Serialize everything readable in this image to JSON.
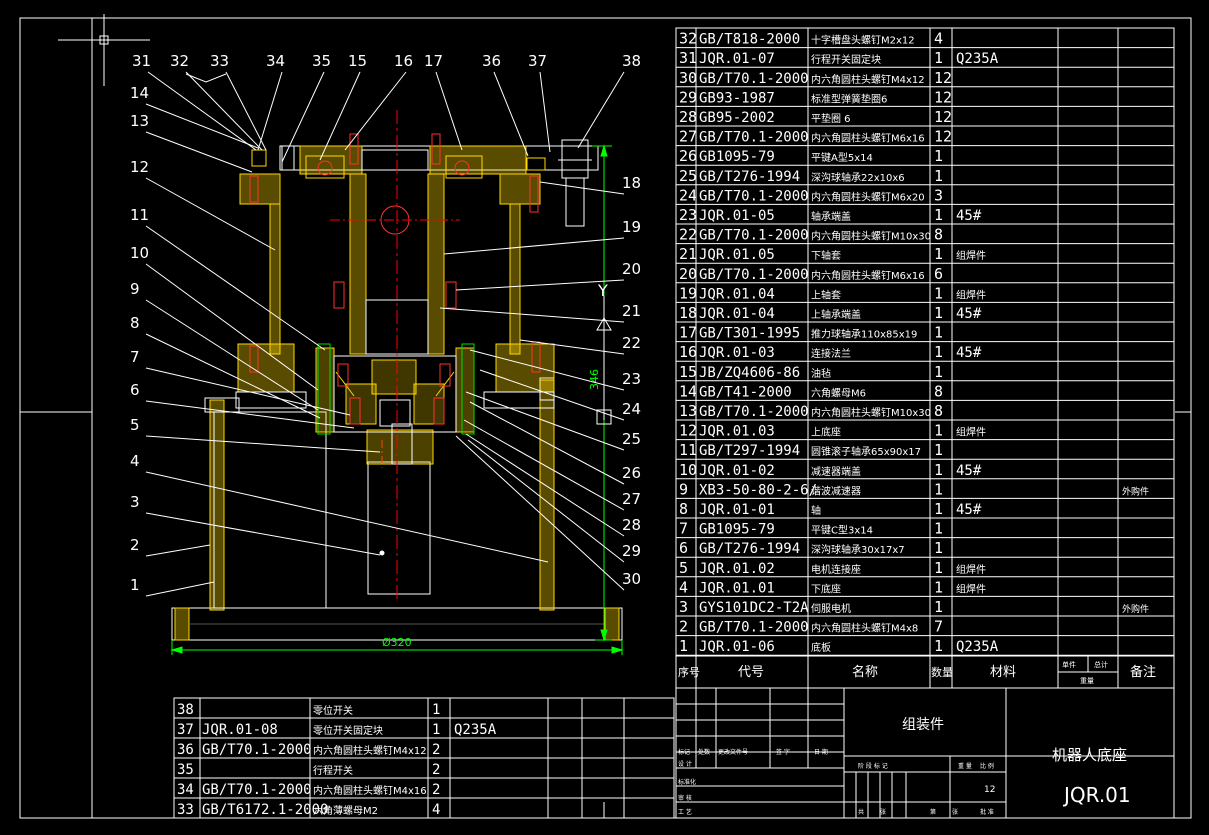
{
  "colors": {
    "background": "#000000",
    "line": "#ffffff",
    "part_red": "#ff3030",
    "part_yellow": "#ffd800",
    "part_green": "#00e000",
    "part_cyan": "#00ffff",
    "centerline": "#ff0000",
    "dimension": "#00ff00"
  },
  "callouts": [
    {
      "n": "1"
    },
    {
      "n": "2"
    },
    {
      "n": "3"
    },
    {
      "n": "4"
    },
    {
      "n": "5"
    },
    {
      "n": "6"
    },
    {
      "n": "7"
    },
    {
      "n": "8"
    },
    {
      "n": "9"
    },
    {
      "n": "10"
    },
    {
      "n": "11"
    },
    {
      "n": "12"
    },
    {
      "n": "13"
    },
    {
      "n": "14"
    },
    {
      "n": "31"
    },
    {
      "n": "32"
    },
    {
      "n": "33"
    },
    {
      "n": "34"
    },
    {
      "n": "35"
    },
    {
      "n": "15"
    },
    {
      "n": "16"
    },
    {
      "n": "17"
    },
    {
      "n": "36"
    },
    {
      "n": "37"
    },
    {
      "n": "38"
    },
    {
      "n": "18"
    },
    {
      "n": "19"
    },
    {
      "n": "20"
    },
    {
      "n": "21"
    },
    {
      "n": "22"
    },
    {
      "n": "23"
    },
    {
      "n": "24"
    },
    {
      "n": "25"
    },
    {
      "n": "26"
    },
    {
      "n": "27"
    },
    {
      "n": "28"
    },
    {
      "n": "29"
    },
    {
      "n": "30"
    }
  ],
  "dimensions": {
    "width_label": "Ø320",
    "height_label": "346",
    "axis_label": "Y"
  },
  "bom_main": [
    {
      "no": "32",
      "code": "GB/T818-2000",
      "name": "十字槽盘头螺钉M2x12",
      "qty": "4",
      "material": "",
      "note": ""
    },
    {
      "no": "31",
      "code": "JQR.01-07",
      "name": "行程开关固定块",
      "qty": "1",
      "material": "Q235A",
      "note": ""
    },
    {
      "no": "30",
      "code": "GB/T70.1-2000",
      "name": "内六角圆柱头螺钉M4x12",
      "qty": "12",
      "material": "",
      "note": ""
    },
    {
      "no": "29",
      "code": "GB93-1987",
      "name": "标准型弹簧垫圈6",
      "qty": "12",
      "material": "",
      "note": ""
    },
    {
      "no": "28",
      "code": "GB95-2002",
      "name": "平垫圈 6",
      "qty": "12",
      "material": "",
      "note": ""
    },
    {
      "no": "27",
      "code": "GB/T70.1-2000",
      "name": "内六角圆柱头螺钉M6x16",
      "qty": "12",
      "material": "",
      "note": ""
    },
    {
      "no": "26",
      "code": "GB1095-79",
      "name": "平键A型5x14",
      "qty": "1",
      "material": "",
      "note": ""
    },
    {
      "no": "25",
      "code": "GB/T276-1994",
      "name": "深沟球轴承22x10x6",
      "qty": "1",
      "material": "",
      "note": ""
    },
    {
      "no": "24",
      "code": "GB/T70.1-2000",
      "name": "内六角圆柱头螺钉M6x20",
      "qty": "3",
      "material": "",
      "note": ""
    },
    {
      "no": "23",
      "code": "JQR.01-05",
      "name": "轴承端盖",
      "qty": "1",
      "material": "45#",
      "note": ""
    },
    {
      "no": "22",
      "code": "GB/T70.1-2000",
      "name": "内六角圆柱头螺钉M10x30",
      "qty": "8",
      "material": "",
      "note": ""
    },
    {
      "no": "21",
      "code": "JQR.01.05",
      "name": "下轴套",
      "qty": "1",
      "material": "组焊件",
      "note": ""
    },
    {
      "no": "20",
      "code": "GB/T70.1-2000",
      "name": "内六角圆柱头螺钉M6x16",
      "qty": "6",
      "material": "",
      "note": ""
    },
    {
      "no": "19",
      "code": "JQR.01.04",
      "name": "上轴套",
      "qty": "1",
      "material": "组焊件",
      "note": ""
    },
    {
      "no": "18",
      "code": "JQR.01-04",
      "name": "上轴承端盖",
      "qty": "1",
      "material": "45#",
      "note": ""
    },
    {
      "no": "17",
      "code": "GB/T301-1995",
      "name": "推力球轴承110x85x19",
      "qty": "1",
      "material": "",
      "note": ""
    },
    {
      "no": "16",
      "code": "JQR.01-03",
      "name": "连接法兰",
      "qty": "1",
      "material": "45#",
      "note": ""
    },
    {
      "no": "15",
      "code": "JB/ZQ4606-86",
      "name": "油毡",
      "qty": "1",
      "material": "",
      "note": ""
    },
    {
      "no": "14",
      "code": "GB/T41-2000",
      "name": "六角螺母M6",
      "qty": "8",
      "material": "",
      "note": ""
    },
    {
      "no": "13",
      "code": "GB/T70.1-2000",
      "name": "内六角圆柱头螺钉M10x30",
      "qty": "8",
      "material": "",
      "note": ""
    },
    {
      "no": "12",
      "code": "JQR.01.03",
      "name": "上底座",
      "qty": "1",
      "material": "组焊件",
      "note": ""
    },
    {
      "no": "11",
      "code": "GB/T297-1994",
      "name": "圆锥滚子轴承65x90x17",
      "qty": "1",
      "material": "",
      "note": ""
    },
    {
      "no": "10",
      "code": "JQR.01-02",
      "name": "减速器端盖",
      "qty": "1",
      "material": "45#",
      "note": ""
    },
    {
      "no": "9",
      "code": "XB3-50-80-2-6/",
      "name": "谐波减速器",
      "qty": "1",
      "material": "",
      "note": "外购件"
    },
    {
      "no": "8",
      "code": "JQR.01-01",
      "name": "轴",
      "qty": "1",
      "material": "45#",
      "note": ""
    },
    {
      "no": "7",
      "code": "GB1095-79",
      "name": "平键C型3x14",
      "qty": "1",
      "material": "",
      "note": ""
    },
    {
      "no": "6",
      "code": "GB/T276-1994",
      "name": "深沟球轴承30x17x7",
      "qty": "1",
      "material": "",
      "note": ""
    },
    {
      "no": "5",
      "code": "JQR.01.02",
      "name": "电机连接座",
      "qty": "1",
      "material": "组焊件",
      "note": ""
    },
    {
      "no": "4",
      "code": "JQR.01.01",
      "name": "下底座",
      "qty": "1",
      "material": "组焊件",
      "note": ""
    },
    {
      "no": "3",
      "code": "GYS101DC2-T2A",
      "name": "伺服电机",
      "qty": "1",
      "material": "",
      "note": "外购件"
    },
    {
      "no": "2",
      "code": "GB/T70.1-2000",
      "name": "内六角圆柱头螺钉M4x8",
      "qty": "7",
      "material": "",
      "note": ""
    },
    {
      "no": "1",
      "code": "JQR.01-06",
      "name": "底板",
      "qty": "1",
      "material": "Q235A",
      "note": ""
    }
  ],
  "bom_header": {
    "no": "序号",
    "code": "代号",
    "name": "名称",
    "qty": "数量",
    "material": "材料",
    "single": "单件",
    "total": "总计",
    "weight": "重量",
    "note": "备注"
  },
  "bom_lower": [
    {
      "no": "38",
      "code": "",
      "name": "零位开关",
      "qty": "1",
      "material": ""
    },
    {
      "no": "37",
      "code": "JQR.01-08",
      "name": "零位开关固定块",
      "qty": "1",
      "material": "Q235A"
    },
    {
      "no": "36",
      "code": "GB/T70.1-2000",
      "name": "内六角圆柱头螺钉M4x12",
      "qty": "2",
      "material": ""
    },
    {
      "no": "35",
      "code": "",
      "name": "行程开关",
      "qty": "2",
      "material": ""
    },
    {
      "no": "34",
      "code": "GB/T70.1-2000",
      "name": "内六角圆柱头螺钉M4x16",
      "qty": "2",
      "material": ""
    },
    {
      "no": "33",
      "code": "GB/T6172.1-2000",
      "name": "六角薄螺母M2",
      "qty": "4",
      "material": ""
    }
  ],
  "title_block": {
    "drawing_type": "组装件",
    "drawing_name": "机器人底座",
    "drawing_code": "JQR.01",
    "scale_value": "12",
    "small_labels": [
      "标记",
      "处数",
      "更改文件号",
      "签 字",
      "日 期",
      "设 计",
      "标准化",
      "阶 段 标 记",
      "重 量",
      "比 例",
      "审 核",
      "工 艺",
      "共",
      "张",
      "第",
      "张",
      "批 准"
    ]
  }
}
